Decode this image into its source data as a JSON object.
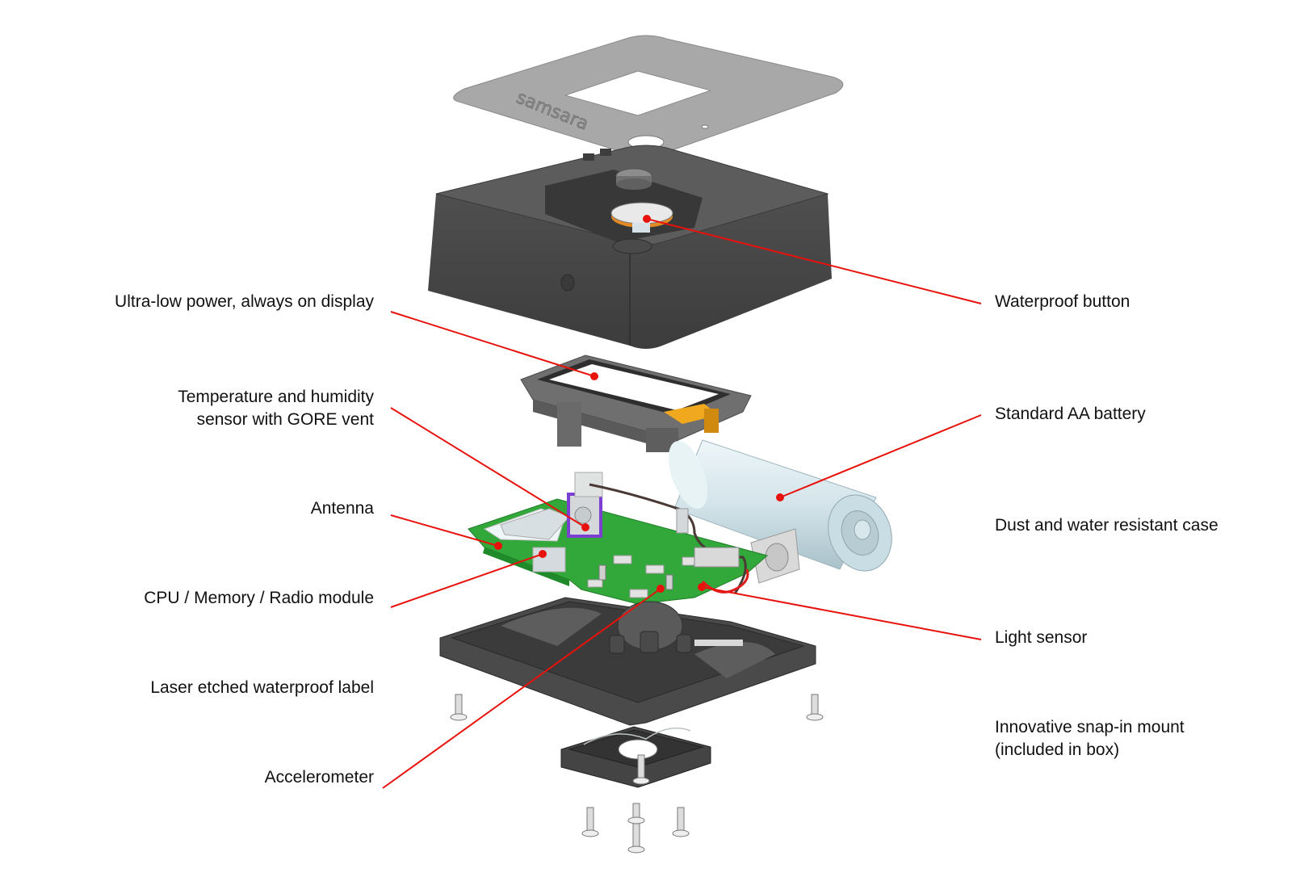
{
  "diagram": {
    "title": "Exploded view of environmental sensor device",
    "brand_etching": "samsara",
    "accent_color": "#e8120c",
    "colors": {
      "housing": "#4a4a4a",
      "faceplate": "#a6a6a6",
      "pcb": "#2fa83a",
      "battery": "#d6e6ec",
      "antenna_bracket": "#7b3fd1",
      "flex_cable": "#e09a1a",
      "wire_red": "#e01b1b"
    },
    "callouts_left": [
      {
        "id": "display",
        "text": "Ultra-low power, always on display"
      },
      {
        "id": "temp-humidity",
        "line1": "Temperature and humidity",
        "line2": "sensor with GORE vent"
      },
      {
        "id": "antenna",
        "text": "Antenna"
      },
      {
        "id": "cpu-module",
        "text": "CPU / Memory / Radio module"
      },
      {
        "id": "laser-label",
        "text": "Laser etched waterproof label"
      },
      {
        "id": "accelerometer",
        "text": "Accelerometer"
      }
    ],
    "callouts_right": [
      {
        "id": "waterproof-button",
        "text": "Waterproof button"
      },
      {
        "id": "aa-battery",
        "text": "Standard AA battery"
      },
      {
        "id": "case",
        "text": "Dust and water resistant case"
      },
      {
        "id": "light-sensor",
        "text": "Light sensor"
      },
      {
        "id": "mount",
        "line1": "Innovative snap-in mount",
        "line2": "(included in box)"
      }
    ]
  }
}
